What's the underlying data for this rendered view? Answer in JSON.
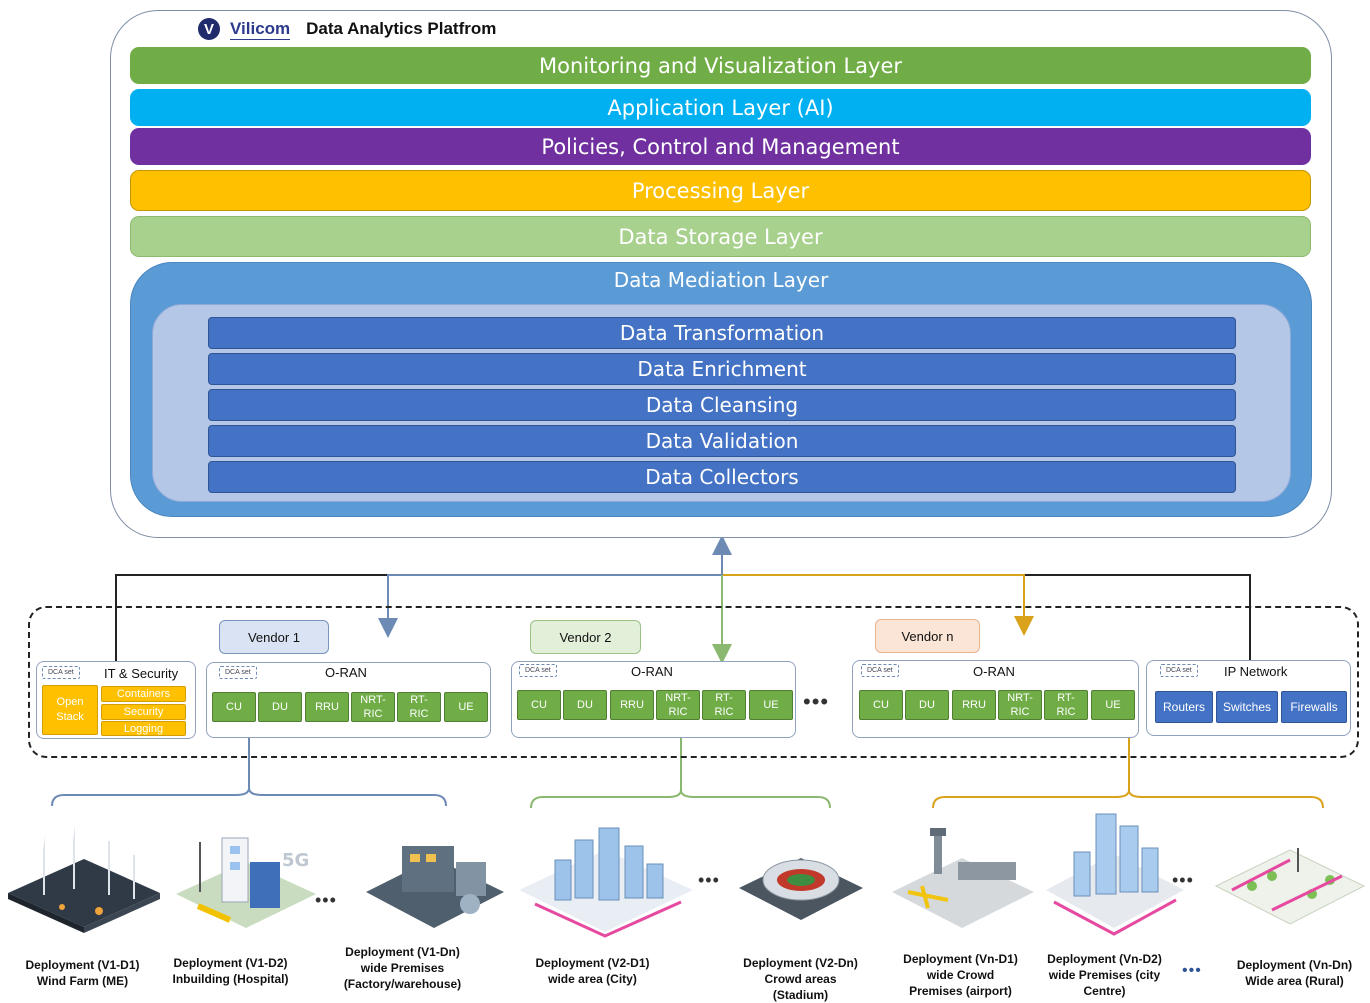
{
  "brand": {
    "logo_text": "Vilicom",
    "title": "Data Analytics Platfrom"
  },
  "layers": [
    {
      "label": "Monitoring and Visualization Layer",
      "color": "#70ad47"
    },
    {
      "label": "Application Layer (AI)",
      "color": "#00b0f0"
    },
    {
      "label": "Policies, Control and Management",
      "color": "#7030a0"
    },
    {
      "label": "Processing Layer",
      "color": "#ffc000"
    },
    {
      "label": "Data Storage Layer",
      "color": "#a9d18e"
    }
  ],
  "mediation": {
    "title": "Data Mediation Layer",
    "sublayers": [
      "Data Transformation",
      "Data Enrichment",
      "Data Cleansing",
      "Data Validation",
      "Data Collectors"
    ]
  },
  "dca_label": "DCA set",
  "it_security": {
    "title": "IT & Security",
    "open_stack": "Open Stack",
    "items": [
      "Containers",
      "Security",
      "Logging"
    ]
  },
  "vendors": [
    {
      "name": "Vendor 1",
      "color": "#dae3f3",
      "line": "#6d8ab5",
      "group_title": "O-RAN"
    },
    {
      "name": "Vendor 2",
      "color": "#e2f0d9",
      "line": "#8ab86f",
      "group_title": "O-RAN"
    },
    {
      "name": "Vendor n",
      "color": "#fbe5d6",
      "line": "#d9a21b",
      "group_title": "O-RAN"
    }
  ],
  "oran_chips": [
    "CU",
    "DU",
    "RRU",
    "NRT-RIC",
    "RT-RIC",
    "UE"
  ],
  "ellipsis": "•••",
  "ip_network": {
    "title": "IP Network",
    "items": [
      "Routers",
      "Switches",
      "Firewalls"
    ]
  },
  "deployments": [
    {
      "line1": "Deployment (V1-D1)",
      "line2": "Wind Farm (ME)",
      "line3": ""
    },
    {
      "line1": "Deployment (V1-D2)",
      "line2": "Inbuilding (Hospital)",
      "line3": ""
    },
    {
      "line1": "Deployment (V1-Dn)",
      "line2": "wide Premises",
      "line3": "(Factory/warehouse)"
    },
    {
      "line1": "Deployment (V2-D1)",
      "line2": "wide area (City)",
      "line3": ""
    },
    {
      "line1": "Deployment (V2-Dn)",
      "line2": "Crowd areas",
      "line3": "(Stadium)"
    },
    {
      "line1": "Deployment (Vn-D1)",
      "line2": "wide Crowd",
      "line3": "Premises (airport)"
    },
    {
      "line1": "Deployment (Vn-D2)",
      "line2": "wide Premises (city",
      "line3": "Centre)"
    },
    {
      "line1": "Deployment (Vn-Dn)",
      "line2": "Wide area (Rural)",
      "line3": ""
    }
  ],
  "illustration_badge": "5G"
}
